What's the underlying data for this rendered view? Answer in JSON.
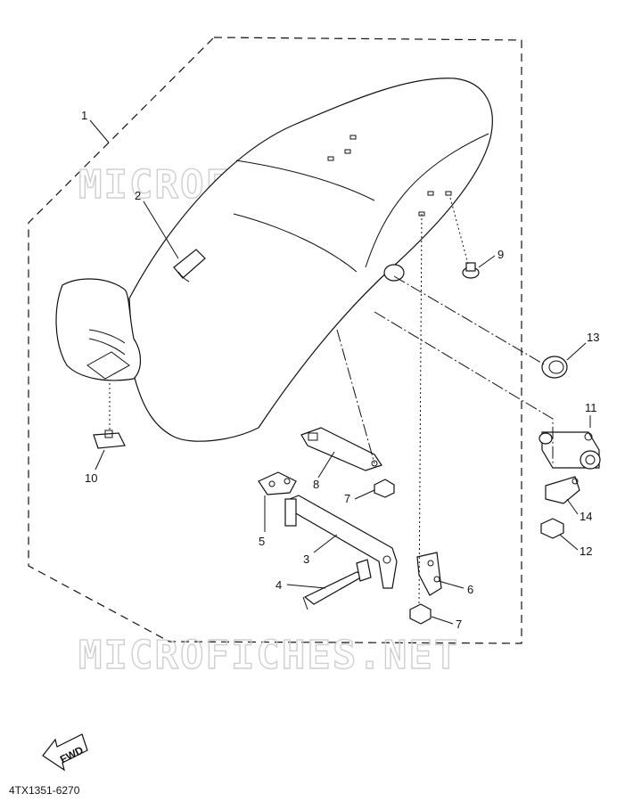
{
  "diagram": {
    "watermark": "MICROFICHES.NET",
    "diagram_code": "4TX1351-6270",
    "fwd_label": "FWD",
    "callouts": [
      {
        "id": "1",
        "label": "1"
      },
      {
        "id": "2",
        "label": "2"
      },
      {
        "id": "3",
        "label": "3"
      },
      {
        "id": "4",
        "label": "4"
      },
      {
        "id": "5",
        "label": "5"
      },
      {
        "id": "6",
        "label": "6"
      },
      {
        "id": "7a",
        "label": "7"
      },
      {
        "id": "7b",
        "label": "7"
      },
      {
        "id": "8",
        "label": "8"
      },
      {
        "id": "9",
        "label": "9"
      },
      {
        "id": "10",
        "label": "10"
      },
      {
        "id": "11",
        "label": "11"
      },
      {
        "id": "12",
        "label": "12"
      },
      {
        "id": "13",
        "label": "13"
      },
      {
        "id": "14",
        "label": "14"
      }
    ]
  }
}
